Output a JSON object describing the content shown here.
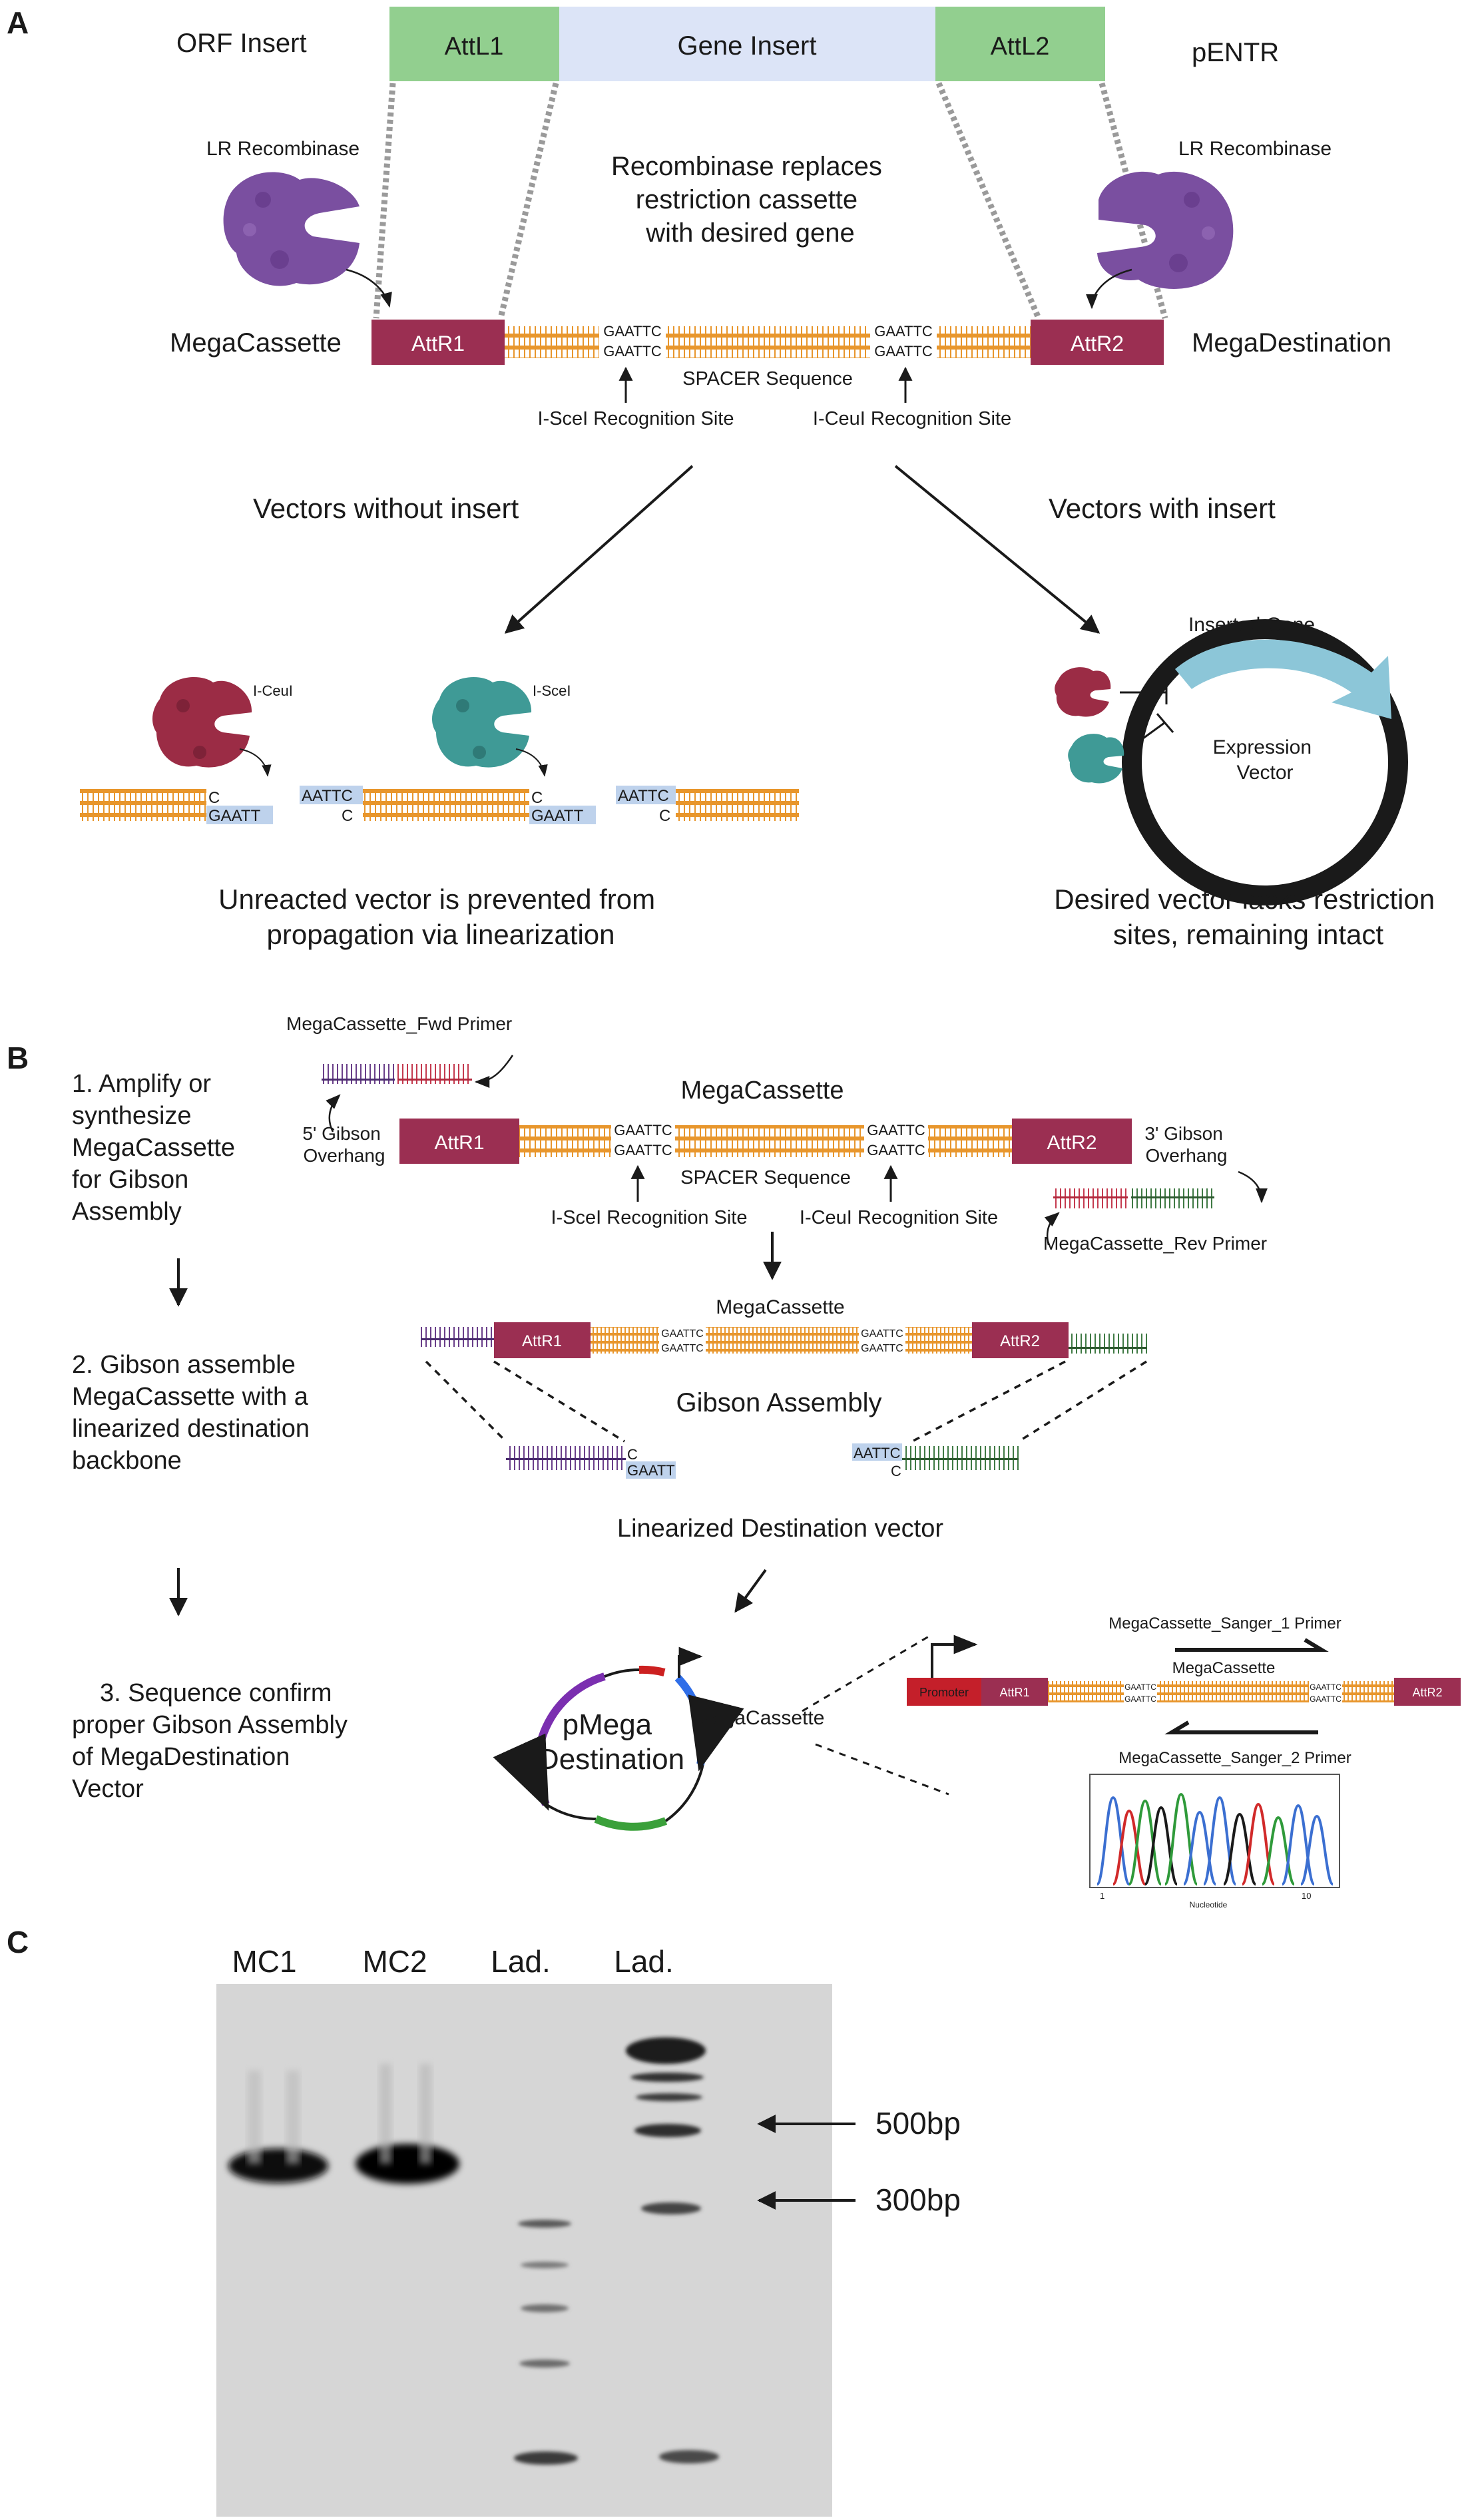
{
  "panel_a": {
    "letter": "A",
    "orf_insert": "ORF Insert",
    "attl1": "AttL1",
    "gene_insert": "Gene Insert",
    "attl2": "AttL2",
    "pentr": "pENTR",
    "lr_recombinase_left": "LR Recombinase",
    "lr_recombinase_right": "LR Recombinase",
    "recombinase_caption": [
      "Recombinase replaces",
      "restriction cassette",
      "with desired gene"
    ],
    "megacassette": "MegaCassette",
    "attr1": "AttR1",
    "attr2": "AttR2",
    "megadestination": "MegaDestination",
    "seq_left": "GAATTC",
    "seq_right": "GAATTC",
    "spacer": "SPACER Sequence",
    "isce1_site": "I-SceI Recognition  Site",
    "iceu1_site": "I-CeuI Recognition Site",
    "vectors_without": "Vectors without insert",
    "vectors_with": "Vectors with insert",
    "iceu1_enzyme": "I-CeuI",
    "isce1_enzyme": "I-SceI",
    "frag_c": "C",
    "frag_gaatt": "GAATT",
    "frag_aattc": "AATTC",
    "inserted_gene": "Inserted Gene",
    "expression_vector": [
      "Expression",
      "Vector"
    ],
    "unreacted_caption": [
      "Unreacted vector is prevented from",
      "propagation via linearization"
    ],
    "desired_caption": [
      "Desired vector lacks restriction",
      "sites, remaining intact"
    ]
  },
  "panel_b": {
    "letter": "B",
    "step1": [
      "1. Amplify or",
      "synthesize",
      "MegaCassette",
      "for Gibson",
      "Assembly"
    ],
    "step2": [
      "2. Gibson assemble",
      "MegaCassette with a",
      "linearized destination",
      "backbone"
    ],
    "step3": [
      "3. Sequence confirm",
      "proper Gibson Assembly",
      "of MegaDestination",
      "Vector"
    ],
    "fwd_primer": "MegaCassette_Fwd Primer",
    "rev_primer": "MegaCassette_Rev Primer",
    "gibson_5": [
      "5' Gibson",
      "Overhang"
    ],
    "gibson_3": [
      "3' Gibson",
      "Overhang"
    ],
    "megacassette": "MegaCassette",
    "attr1": "AttR1",
    "attr2": "AttR2",
    "seq": "GAATTC",
    "spacer": "SPACER Sequence",
    "isce1_site": "I-SceI Recognition  Site",
    "iceu1_site": "I-CeuI Recognition Site",
    "gibson_assembly": "Gibson Assembly",
    "frag_c": "C",
    "frag_gaatt": "GAATT",
    "frag_aattc": "AATTC",
    "linearized": "Linearized Destination vector",
    "pmega": [
      "pMega",
      "Destination"
    ],
    "megacassette_label": "MegaCassette",
    "promoter": "Promoter",
    "sanger1": "MegaCassette_Sanger_1 Primer",
    "sanger2": "MegaCassette_Sanger_2  Primer",
    "chrom_tick_1": "1",
    "chrom_tick_10": "10",
    "nucleotide": "Nucleotide"
  },
  "panel_c": {
    "letter": "C",
    "lanes": [
      "MC1",
      "MC2",
      "Lad.",
      "Lad."
    ],
    "marker_500": "500bp",
    "marker_300": "300bp"
  },
  "colors": {
    "attl": "#92cf8f",
    "gene_insert": "#dce4f7",
    "attr": "#9b2f52",
    "dna_orange": "#e8962c",
    "purple_protein": "#7a4fa0",
    "crimson_protein": "#9b2c45",
    "teal_protein": "#3f9a96",
    "arc_light_blue": "#8cc6d8",
    "frag_blue": "#bed2ec"
  }
}
